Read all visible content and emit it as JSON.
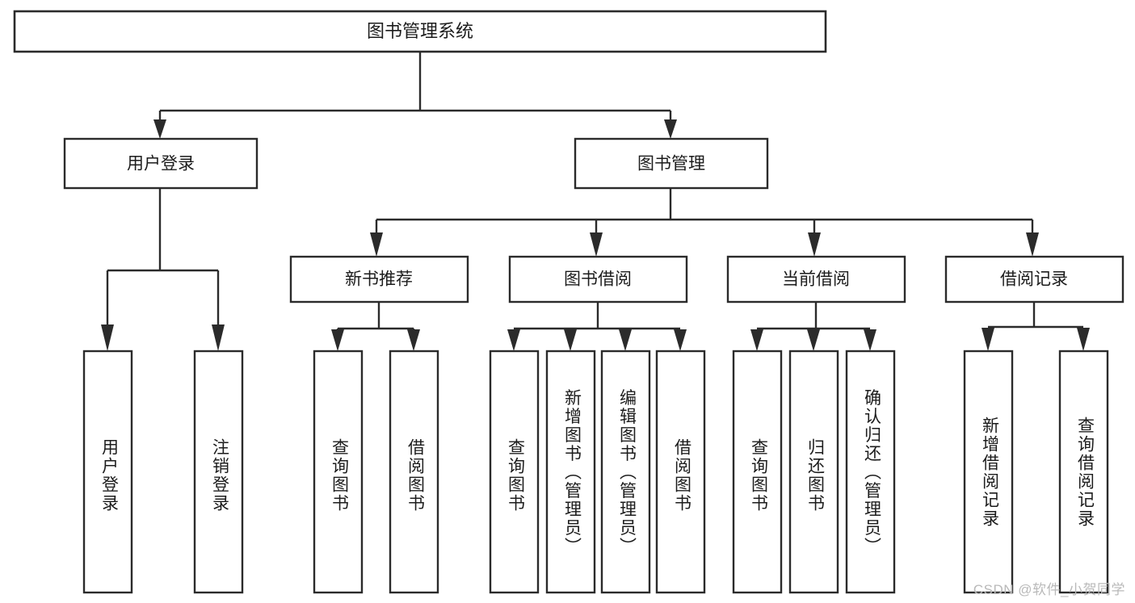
{
  "diagram": {
    "type": "tree-hierarchy",
    "title": "图书管理系统",
    "watermark": "CSDN @软件_小贺同学",
    "colors": {
      "stroke": "#2b2b2b",
      "fill": "#ffffff",
      "text": "#1c1c1c",
      "watermark": "#b9b9b9",
      "background": "#ffffff"
    },
    "levels": {
      "root": {
        "label": "图书管理系统"
      },
      "level2": [
        {
          "label": "用户登录"
        },
        {
          "label": "图书管理"
        }
      ],
      "level3": [
        {
          "label": "新书推荐"
        },
        {
          "label": "图书借阅"
        },
        {
          "label": "当前借阅"
        },
        {
          "label": "借阅记录"
        }
      ],
      "leaves": {
        "user_login": [
          {
            "label": "用户登录"
          },
          {
            "label": "注销登录"
          }
        ],
        "new_book_recommend": [
          {
            "label": "查询图书"
          },
          {
            "label": "借阅图书"
          }
        ],
        "book_borrow": [
          {
            "label": "查询图书"
          },
          {
            "label": "新增图书（管理员）"
          },
          {
            "label": "编辑图书（管理员）"
          },
          {
            "label": "借阅图书"
          }
        ],
        "current_borrow": [
          {
            "label": "查询图书"
          },
          {
            "label": "归还图书"
          },
          {
            "label": "确认归还（管理员）"
          }
        ],
        "borrow_record": [
          {
            "label": "新增借阅记录"
          },
          {
            "label": "查询借阅记录"
          }
        ]
      }
    }
  }
}
